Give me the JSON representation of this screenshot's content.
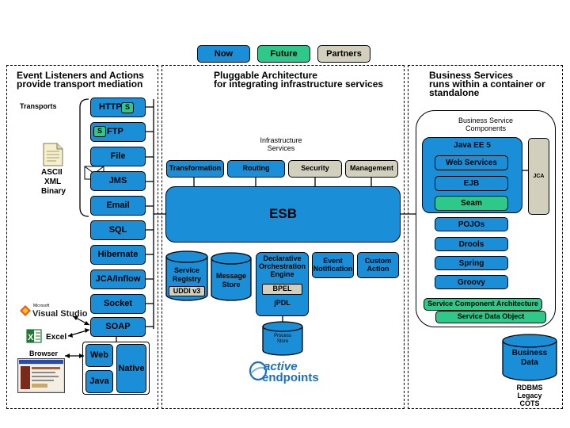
{
  "legend": {
    "now": "Now",
    "future": "Future",
    "partners": "Partners"
  },
  "panels": {
    "left": {
      "title1": "Event Listeners and Actions",
      "title2": "provide transport mediation"
    },
    "middle": {
      "title1": "Pluggable Architecture",
      "title2": "for integrating infrastructure services"
    },
    "right": {
      "title1": "Business Services",
      "title2": "runs within a container or",
      "title3": "standalone"
    }
  },
  "transports": {
    "label": "Transports",
    "http": "HTTP",
    "s": "S",
    "ftp": "FTP",
    "file": "File",
    "jms": "JMS",
    "email": "Email",
    "sql": "SQL",
    "hibernate": "Hibernate",
    "jca_inflow": "JCA/Inflow",
    "socket": "Socket",
    "soap": "SOAP",
    "web": "Web",
    "java": "Java",
    "native": "Native"
  },
  "doc_formats": [
    "ASCII",
    "XML",
    "Binary"
  ],
  "clients": {
    "visual_studio_small": "Microsoft",
    "visual_studio": "Visual Studio",
    "excel": "Excel",
    "browser": "Browser"
  },
  "infrastructure": {
    "label1": "Infrastructure",
    "label2": "Services",
    "transformation": "Transformation",
    "routing": "Routing",
    "security": "Security",
    "management": "Management",
    "esb": "ESB",
    "service_registry1": "Service",
    "service_registry2": "Registry",
    "uddi": "UDDI v3",
    "message_store1": "Message",
    "message_store2": "Store",
    "orchestration1": "Declarative",
    "orchestration2": "Orchestration",
    "orchestration3": "Engine",
    "bpel": "BPEL",
    "jpdl": "jPDL",
    "process_store1": "Process",
    "process_store2": "Store",
    "event_notification1": "Event",
    "event_notification2": "Notification",
    "custom_action1": "Custom",
    "custom_action2": "Action",
    "logo1": "active",
    "logo2": "endpoints"
  },
  "business": {
    "components1": "Business Service",
    "components2": "Components",
    "java_ee": "Java EE 5",
    "web_services": "Web Services",
    "ejb": "EJB",
    "seam": "Seam",
    "jca": "JCA",
    "pojos": "POJOs",
    "drools": "Drools",
    "spring": "Spring",
    "groovy": "Groovy",
    "sca": "Service Component Architecture",
    "sdo": "Service Data Object",
    "business_data1": "Business",
    "business_data2": "Data",
    "rdbms": "RDBMS",
    "legacy": "Legacy",
    "cots": "COTS"
  },
  "colors": {
    "now": "#1a8fd8",
    "future": "#2ec98a",
    "partners": "#d2d0bc",
    "logo_blue": "#1c6fc0"
  }
}
